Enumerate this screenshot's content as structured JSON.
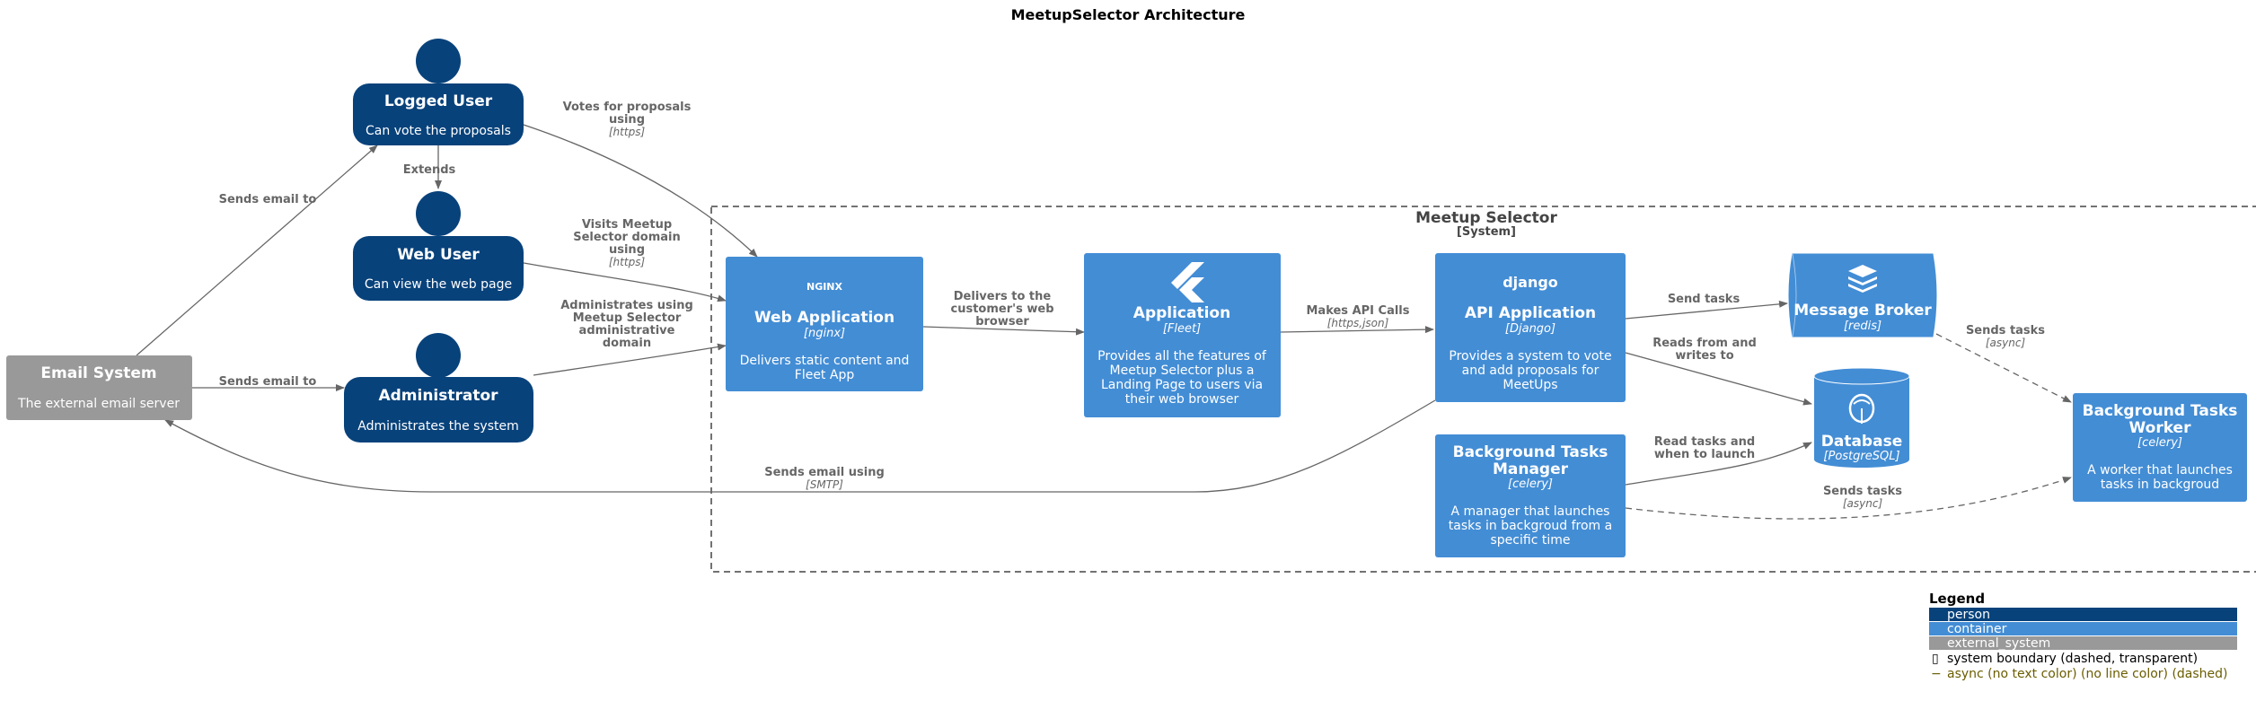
{
  "title": "MeetupSelector Architecture",
  "boundary": {
    "name": "Meetup Selector",
    "type": "[System]"
  },
  "persons": {
    "logged_user": {
      "name": "Logged User",
      "desc": "Can vote the proposals"
    },
    "web_user": {
      "name": "Web User",
      "desc": "Can view the web page"
    },
    "administrator": {
      "name": "Administrator",
      "desc": "Administrates the system"
    }
  },
  "external": {
    "email_system": {
      "name": "Email System",
      "desc": "The external email server"
    }
  },
  "containers": {
    "web_app": {
      "logo": "NGINX",
      "name": "Web Application",
      "tech": "[nginx]",
      "desc": [
        "Delivers static content and",
        "Fleet App"
      ]
    },
    "application": {
      "name": "Application",
      "tech": "[Fleet]",
      "desc": [
        "Provides all the features of",
        "Meetup Selector plus a",
        "Landing Page to users via",
        "their web browser"
      ]
    },
    "api_app": {
      "logo": "django",
      "name": "API Application",
      "tech": "[Django]",
      "desc": [
        "Provides a system to vote",
        "and add proposals for",
        "MeetUps"
      ]
    },
    "message_broker": {
      "name": "Message Broker",
      "tech": "[redis]"
    },
    "database": {
      "name": "Database",
      "tech": "[PostgreSQL]"
    },
    "bg_manager": {
      "name": [
        "Background Tasks",
        "Manager"
      ],
      "tech": "[celery]",
      "desc": [
        "A manager that launches",
        "tasks in backgroud from a",
        "specific time"
      ]
    },
    "bg_worker": {
      "name": [
        "Background Tasks",
        "Worker"
      ],
      "tech": "[celery]",
      "desc": [
        "A worker that launches",
        "tasks in backgroud"
      ]
    }
  },
  "relations": {
    "votes": {
      "label": [
        "Votes for proposals",
        "using"
      ],
      "tech": "[https]"
    },
    "extends": {
      "label": [
        "Extends"
      ]
    },
    "visits": {
      "label": [
        "Visits Meetup",
        "Selector domain",
        "using"
      ],
      "tech": "[https]"
    },
    "administrates": {
      "label": [
        "Administrates using",
        "Meetup Selector",
        "administrative",
        "domain"
      ]
    },
    "email_logged": {
      "label": [
        "Sends email to"
      ]
    },
    "email_admin": {
      "label": [
        "Sends email to"
      ]
    },
    "delivers": {
      "label": [
        "Delivers to the",
        "customer's web",
        "browser"
      ]
    },
    "api_calls": {
      "label": [
        "Makes API Calls"
      ],
      "tech": "[https,json]"
    },
    "send_tasks_broker": {
      "label": [
        "Send tasks"
      ]
    },
    "reads_writes": {
      "label": [
        "Reads from and",
        "writes to"
      ]
    },
    "sends_tasks_worker": {
      "label": [
        "Sends tasks"
      ],
      "tech": "[async]"
    },
    "read_tasks": {
      "label": [
        "Read tasks and",
        "when to launch"
      ]
    },
    "sends_tasks_mgr": {
      "label": [
        "Sends tasks"
      ],
      "tech": "[async]"
    },
    "sends_email_smtp": {
      "label": [
        "Sends email using"
      ],
      "tech": "[SMTP]"
    }
  },
  "legend": {
    "title": "Legend",
    "items": [
      "person",
      "container",
      "external_system",
      "system boundary (dashed, transparent)",
      "async (no text color) (no line color) (dashed)"
    ]
  },
  "colors": {
    "person": "#08427b",
    "container": "#438dd5",
    "external_system": "#999999",
    "arrow": "#666666",
    "async_text": "#6b5d00"
  }
}
